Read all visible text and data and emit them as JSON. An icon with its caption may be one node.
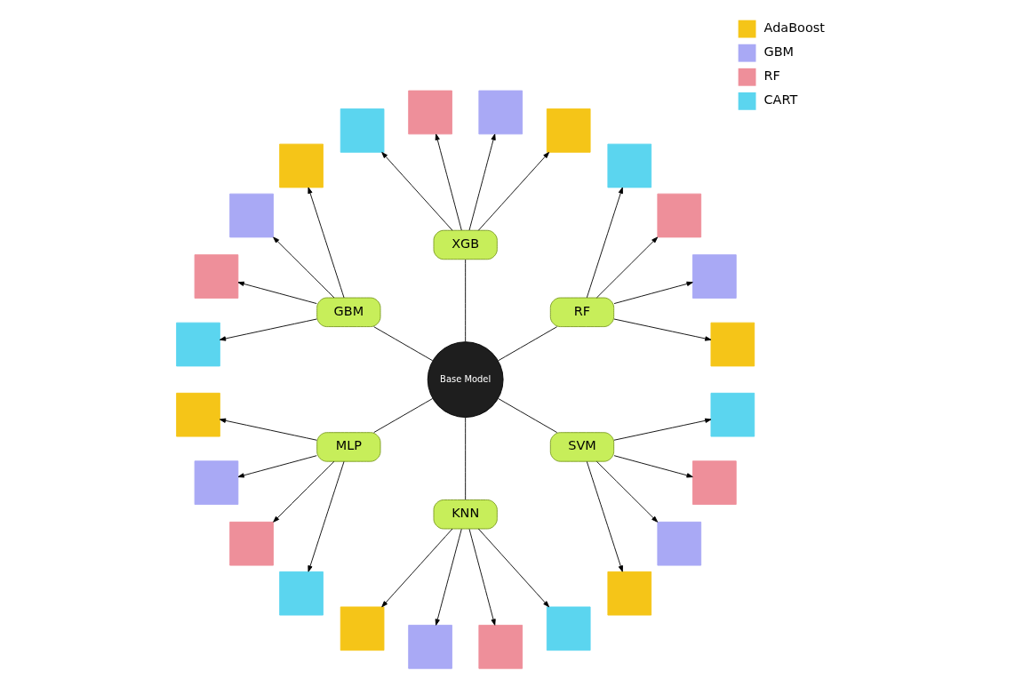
{
  "diagram": {
    "nodes": [
      {
        "text": [
          "Base Model"
        ]
      },
      {
        "text": [
          "RF"
        ]
      },
      {
        "text": [],
        "shape": "box"
      },
      {
        "text": [],
        "shape": "box"
      },
      {
        "text": [],
        "shape": "box"
      },
      {
        "text": [],
        "shape": "box"
      },
      {
        "text": [
          "XGB"
        ]
      },
      {
        "text": [],
        "shape": "box"
      },
      {
        "text": [],
        "shape": "box"
      },
      {
        "text": [],
        "shape": "box"
      },
      {
        "text": [],
        "shape": "box"
      },
      {
        "text": [
          "GBM"
        ]
      },
      {
        "text": [],
        "shape": "box"
      },
      {
        "text": [],
        "shape": "box"
      },
      {
        "text": [],
        "shape": "box"
      },
      {
        "text": [],
        "shape": "box"
      },
      {
        "text": [
          "MLP"
        ]
      },
      {
        "text": [],
        "shape": "box"
      },
      {
        "text": [],
        "shape": "box"
      },
      {
        "text": [],
        "shape": "box"
      },
      {
        "text": [],
        "shape": "box"
      },
      {
        "text": [
          "KNN"
        ]
      },
      {
        "text": [],
        "shape": "box"
      },
      {
        "text": [],
        "shape": "box"
      },
      {
        "text": [],
        "shape": "box"
      },
      {
        "text": [],
        "shape": "box"
      },
      {
        "text": [
          "SVM"
        ]
      },
      {
        "text": [],
        "shape": "box"
      },
      {
        "text": [],
        "shape": "box"
      },
      {
        "text": [],
        "shape": "box"
      },
      {
        "text": [],
        "shape": "box"
      }
    ],
    "edges": [
      {
        "from": 0,
        "to": 1,
        "arrow": "none"
      },
      {
        "from": 1,
        "to": 2,
        "arrow": "to"
      },
      {
        "from": 1,
        "to": 3,
        "arrow": "to"
      },
      {
        "from": 1,
        "to": 4,
        "arrow": "to"
      },
      {
        "from": 1,
        "to": 5,
        "arrow": "to"
      },
      {
        "from": 0,
        "to": 6,
        "arrow": "none"
      },
      {
        "from": 6,
        "to": 7,
        "arrow": "to"
      },
      {
        "from": 6,
        "to": 8,
        "arrow": "to"
      },
      {
        "from": 6,
        "to": 9,
        "arrow": "to"
      },
      {
        "from": 6,
        "to": 10,
        "arrow": "to"
      },
      {
        "from": 0,
        "to": 11,
        "arrow": "none"
      },
      {
        "from": 11,
        "to": 12,
        "arrow": "to"
      },
      {
        "from": 11,
        "to": 13,
        "arrow": "to"
      },
      {
        "from": 11,
        "to": 14,
        "arrow": "to"
      },
      {
        "from": 11,
        "to": 15,
        "arrow": "to"
      },
      {
        "from": 0,
        "to": 16,
        "arrow": "none"
      },
      {
        "from": 16,
        "to": 17,
        "arrow": "to"
      },
      {
        "from": 16,
        "to": 18,
        "arrow": "to"
      },
      {
        "from": 16,
        "to": 19,
        "arrow": "to"
      },
      {
        "from": 16,
        "to": 20,
        "arrow": "to"
      },
      {
        "from": 0,
        "to": 21,
        "arrow": "none"
      },
      {
        "from": 21,
        "to": 22,
        "arrow": "to"
      },
      {
        "from": 21,
        "to": 23,
        "arrow": "to"
      },
      {
        "from": 21,
        "to": 24,
        "arrow": "to"
      },
      {
        "from": 21,
        "to": 25,
        "arrow": "to"
      },
      {
        "from": 0,
        "to": 26,
        "arrow": "none"
      },
      {
        "from": 26,
        "to": 27,
        "arrow": "to"
      },
      {
        "from": 26,
        "to": 28,
        "arrow": "to"
      },
      {
        "from": 26,
        "to": 29,
        "arrow": "to"
      },
      {
        "from": 26,
        "to": 30,
        "arrow": "to"
      }
    ],
    "legend": [
      {
        "text": "AdaBoost",
        "color": "#f5c518"
      },
      {
        "text": "GBM",
        "color": "#a9a9f5"
      },
      {
        "text": "RF",
        "color": "#ee8f9a"
      },
      {
        "text": "CART",
        "color": "#5bd5ef"
      }
    ]
  }
}
